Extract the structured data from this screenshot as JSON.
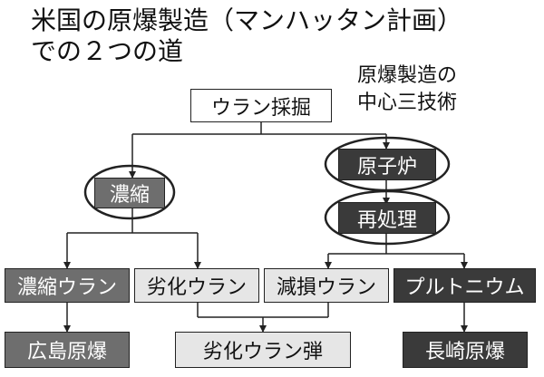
{
  "title": {
    "line1": "米国の原爆製造（マンハッタン計画）",
    "line2": "での２つの道"
  },
  "note": {
    "line1": "原爆製造の",
    "line2": "中心三技術"
  },
  "nodes": {
    "mining": "ウラン採掘",
    "enrichment": "濃縮",
    "reactor": "原子炉",
    "reprocessing": "再処理",
    "enriched_uranium": "濃縮ウラン",
    "depleted_uranium": "劣化ウラン",
    "reduced_uranium": "減損ウラン",
    "plutonium": "プルトニウム",
    "hiroshima": "広島原爆",
    "du_munition": "劣化ウラン弾",
    "nagasaki": "長崎原爆"
  },
  "colors": {
    "line": "#222222",
    "box_light": "#e6e6e6",
    "box_gray": "#6e6e6e",
    "box_dark": "#3a3a3a"
  }
}
